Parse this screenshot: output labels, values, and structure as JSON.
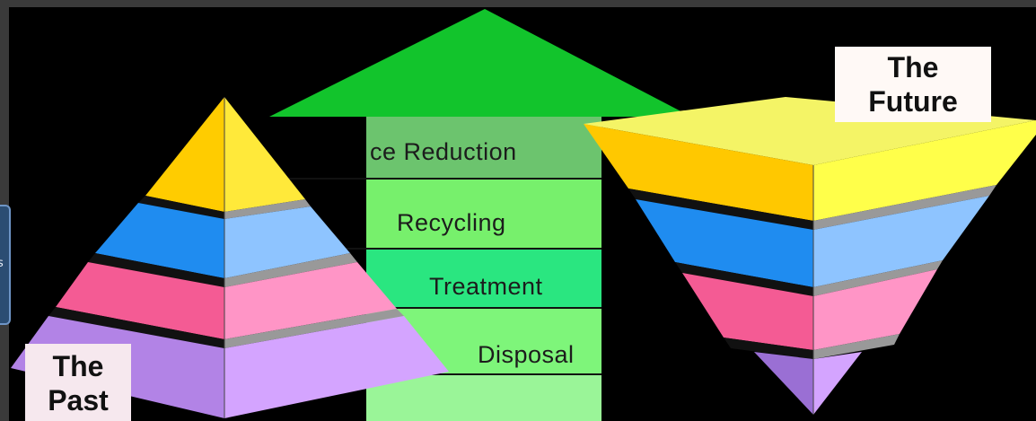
{
  "labels": {
    "past": [
      "The",
      "Past"
    ],
    "future": [
      "The",
      "Future"
    ]
  },
  "arrow_steps": [
    {
      "text": "ce Reduction",
      "color": "#6cc46e"
    },
    {
      "text": "Recycling",
      "color": "#77f06c"
    },
    {
      "text": "Treatment",
      "color": "#2ae680"
    },
    {
      "text": "Disposal",
      "color": "#7ef57a"
    }
  ],
  "colors": {
    "background": "#000000",
    "arrow_head": "#12c42c",
    "layer_yellow": "#ffcc00",
    "layer_blue": "#1f8cf0",
    "layer_pink": "#f45b94",
    "layer_purple": "#b283e6",
    "future_top": "#f4f466"
  },
  "side_tab_glyph": "s"
}
